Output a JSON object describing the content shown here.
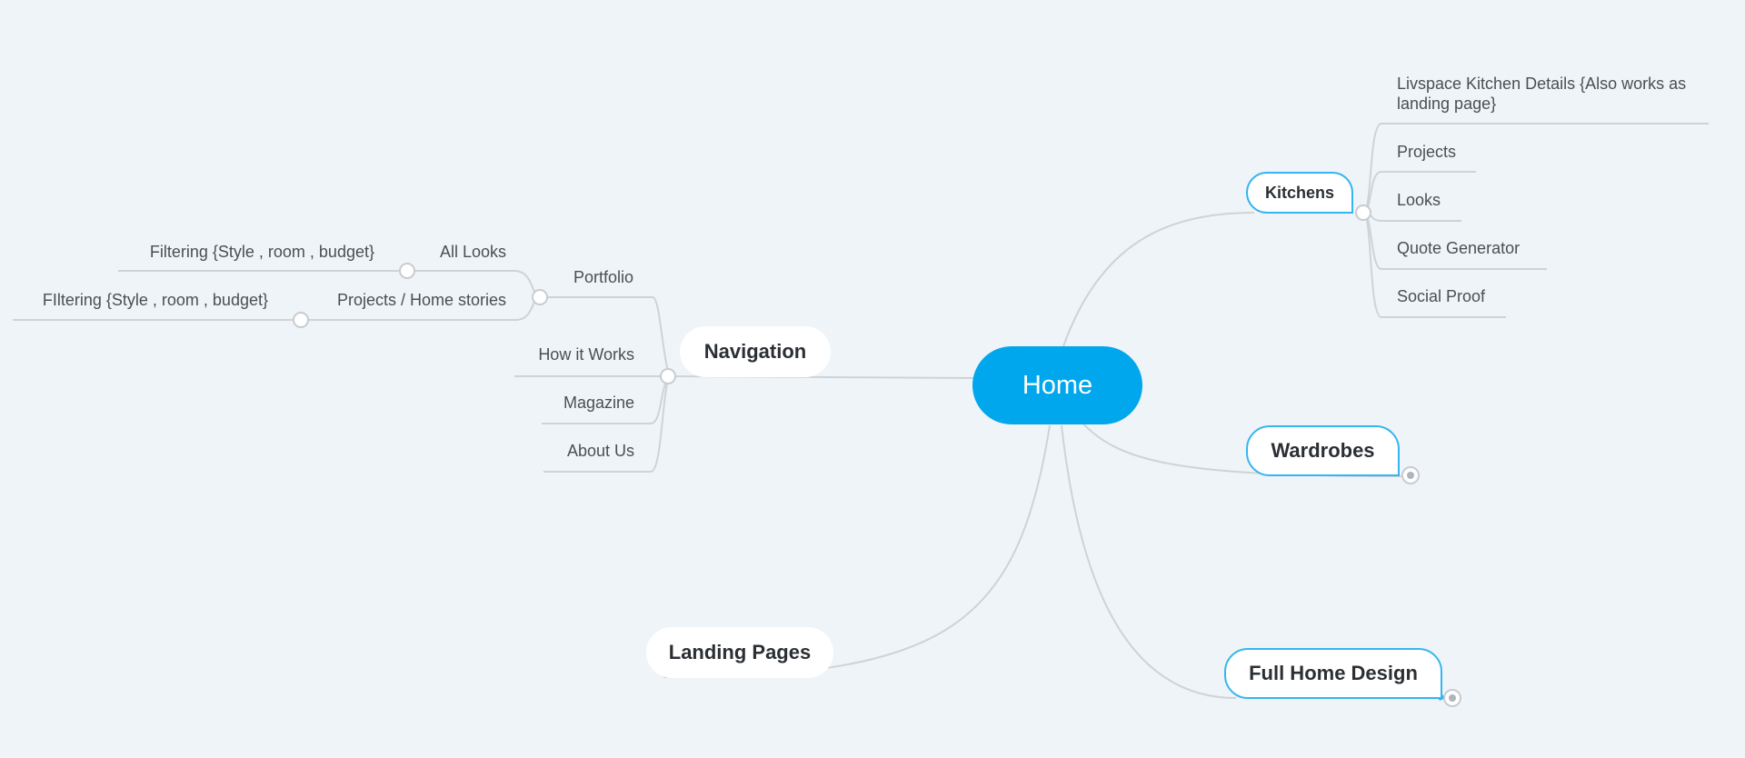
{
  "root": {
    "label": "Home"
  },
  "main_topics": {
    "navigation": "Navigation",
    "landing_pages": "Landing Pages",
    "kitchens": "Kitchens",
    "wardrobes": "Wardrobes",
    "full_home_design": "Full Home Design"
  },
  "navigation": {
    "portfolio": "Portfolio",
    "all_looks": "All Looks",
    "all_looks_filter": "Filtering {Style , room , budget}",
    "projects_home_stories": "Projects / Home stories",
    "projects_filter": "FIltering {Style , room , budget}",
    "how_it_works": "How it Works",
    "magazine": "Magazine",
    "about_us": "About Us"
  },
  "kitchens": {
    "details": "Livspace Kitchen Details {Also works as landing page}",
    "projects": "Projects",
    "looks": "Looks",
    "quote_generator": "Quote Generator",
    "social_proof": "Social Proof"
  },
  "colors": {
    "background": "#eff4f8",
    "root_fill": "#00a7ec",
    "topic_outline": "#35b6f0",
    "connector": "#cfd3d7"
  }
}
